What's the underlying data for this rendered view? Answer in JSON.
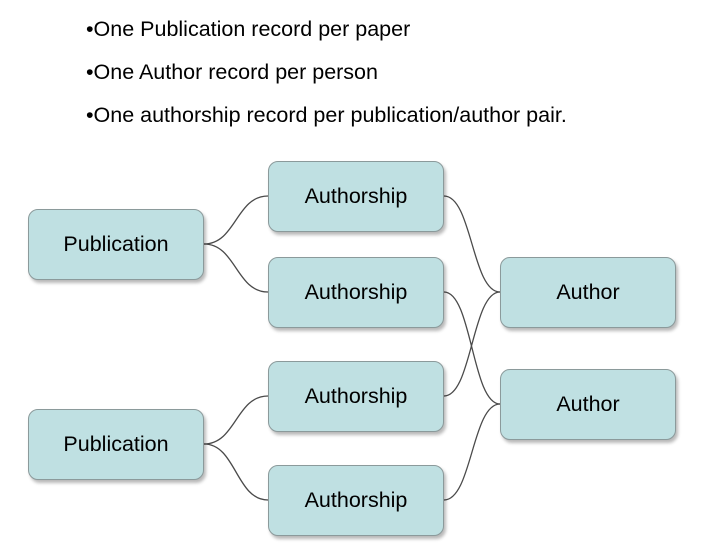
{
  "bullets": [
    "One Publication record per paper",
    "One Author record per person",
    "One authorship record per publication/author pair."
  ],
  "diagram": {
    "publications": [
      "Publication",
      "Publication"
    ],
    "authorships": [
      "Authorship",
      "Authorship",
      "Authorship",
      "Authorship"
    ],
    "authors": [
      "Author",
      "Author"
    ],
    "colors": {
      "node_fill": "#bfe0e2",
      "node_border": "#8b9a9b",
      "connector": "#4a4a4a"
    }
  }
}
